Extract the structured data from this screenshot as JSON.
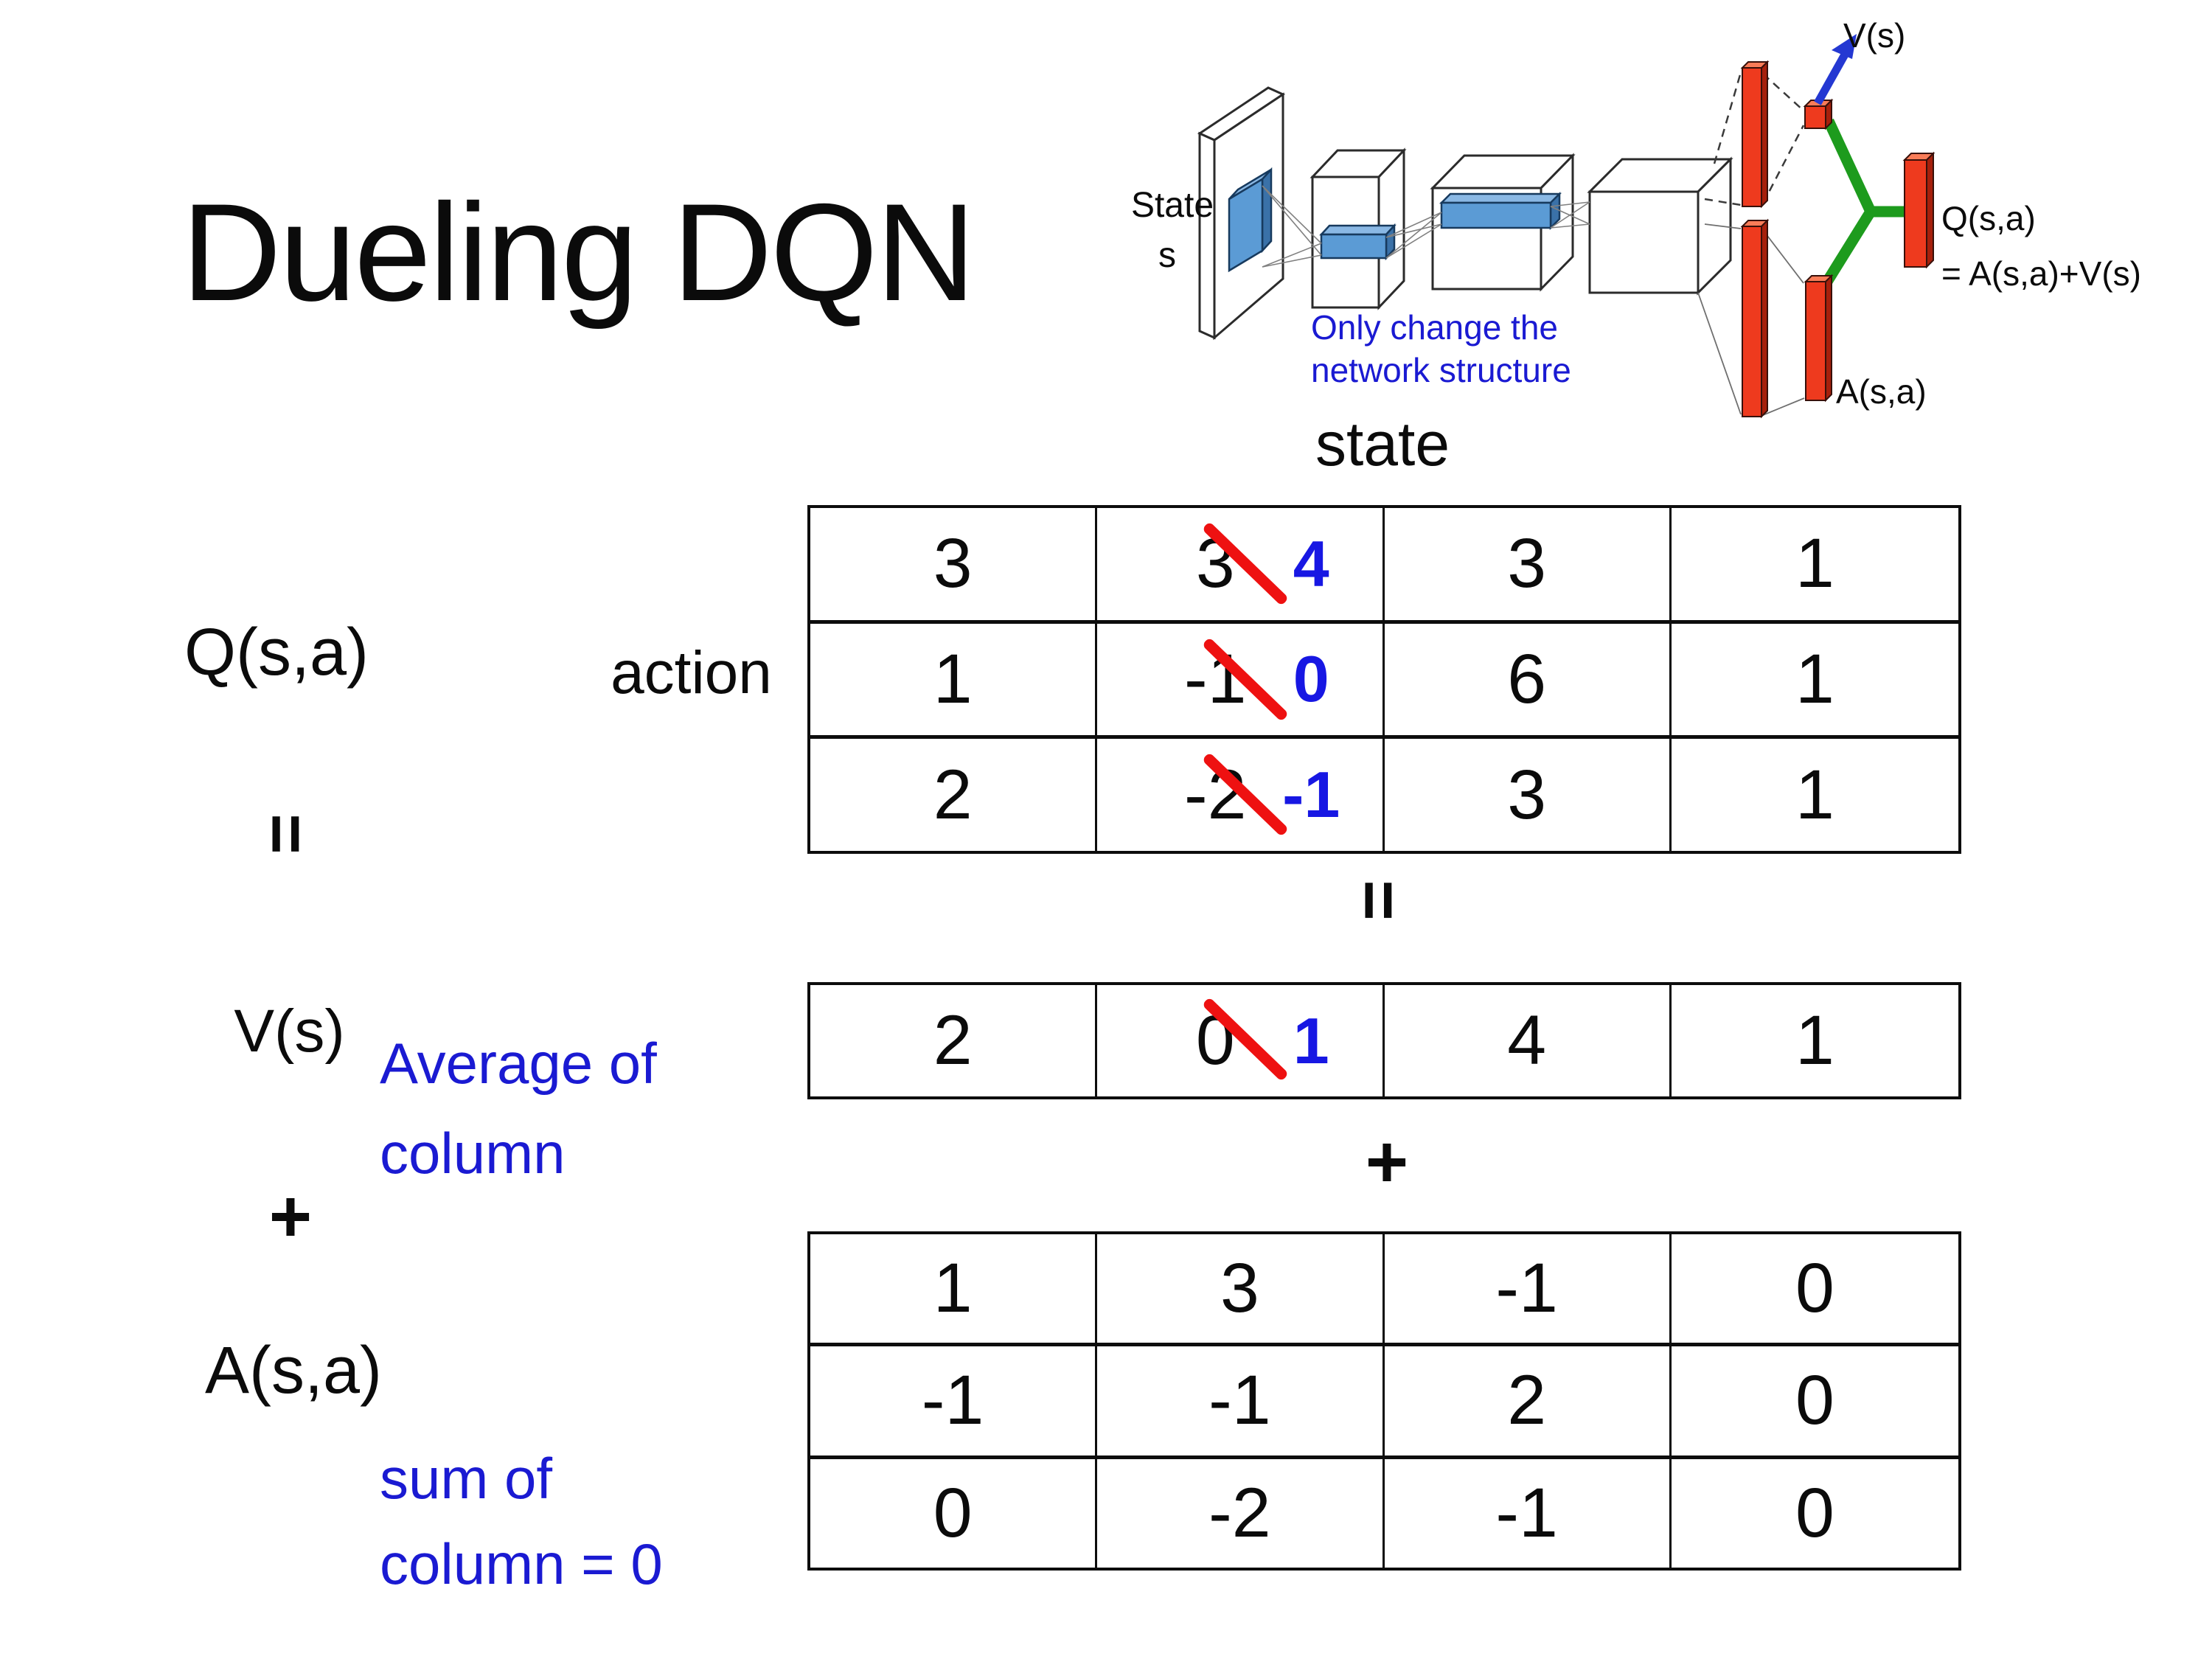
{
  "title": "Dueling DQN",
  "diagram": {
    "state_line1": "State",
    "state_line2": "s",
    "note_line1": "Only change the",
    "note_line2": "network structure",
    "v_out_label": "V(s)",
    "a_out_label": "A(s,a)",
    "q_out_line1": "Q(s,a)",
    "q_out_line2": "= A(s,a)+V(s)",
    "colors": {
      "bar_red": "#ee3a1e",
      "merge_green": "#1d9b1d",
      "arrow_blue": "#2438d2",
      "filter_blue": "#5b9bd5",
      "note_blue": "#1a1ad2"
    }
  },
  "decomposition": {
    "q_label": "Q(s,a)",
    "equals": "=",
    "plus": "+",
    "v_label": "V(s)",
    "a_label": "A(s,a)",
    "state_header": "state",
    "action_label": "action",
    "avg_note_line1": "Average of",
    "avg_note_line2": "column",
    "sum_note_line1": "sum of",
    "sum_note_line2": "column = 0",
    "colors": {
      "replacement_blue": "#1717e3",
      "strike_red": "#ee1111",
      "note_blue": "#1a1ad2"
    },
    "q_table": {
      "rows": [
        {
          "c0": "3",
          "c1_old": "3",
          "c1_new": "4",
          "c2": "3",
          "c3": "1"
        },
        {
          "c0": "1",
          "c1_old": "-1",
          "c1_new": "0",
          "c2": "6",
          "c3": "1"
        },
        {
          "c0": "2",
          "c1_old": "-2",
          "c1_new": "-1",
          "c2": "3",
          "c3": "1"
        }
      ]
    },
    "v_table": {
      "rows": [
        {
          "c0": "2",
          "c1_old": "0",
          "c1_new": "1",
          "c2": "4",
          "c3": "1"
        }
      ]
    },
    "a_table": {
      "rows": [
        {
          "c0": "1",
          "c1": "3",
          "c2": "-1",
          "c3": "0"
        },
        {
          "c0": "-1",
          "c1": "-1",
          "c2": "2",
          "c3": "0"
        },
        {
          "c0": "0",
          "c1": "-2",
          "c2": "-1",
          "c3": "0"
        }
      ]
    }
  }
}
